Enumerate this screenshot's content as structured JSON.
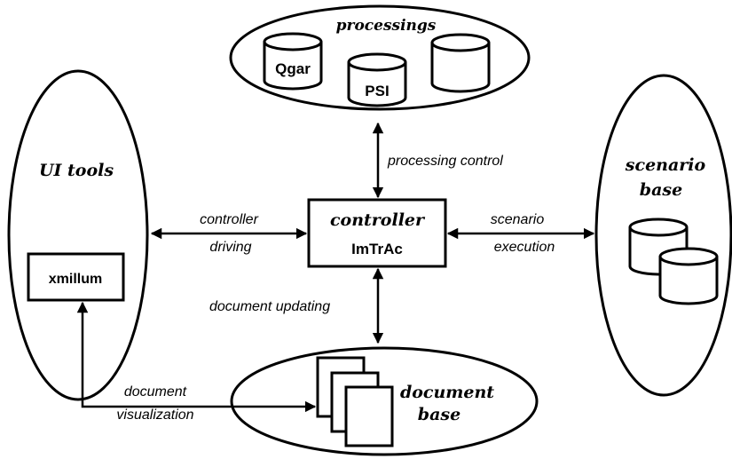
{
  "processings": {
    "title": "processings",
    "items": [
      "Qgar",
      "PSI",
      ""
    ]
  },
  "ui_tools": {
    "title": "UI tools",
    "xmillum_label": "xmillum"
  },
  "scenario_base": {
    "title_line1": "scenario",
    "title_line2": "base"
  },
  "controller": {
    "title": "controller",
    "name": "ImTrAc"
  },
  "document_base": {
    "title_line1": "document",
    "title_line2": "base"
  },
  "edges": {
    "processing_control": "processing control",
    "controller_driving_line1": "controller",
    "controller_driving_line2": "driving",
    "scenario_execution_line1": "scenario",
    "scenario_execution_line2": "execution",
    "document_updating": "document updating",
    "document_visualization_line1": "document",
    "document_visualization_line2": "visualization"
  }
}
